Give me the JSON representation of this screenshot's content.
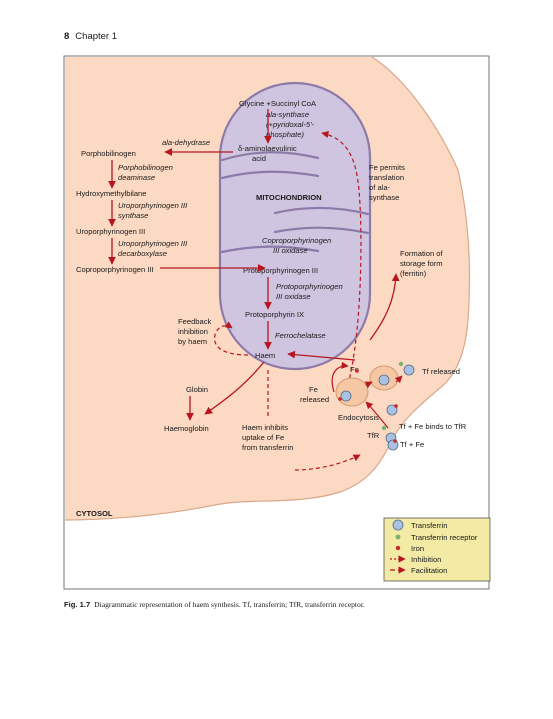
{
  "header": {
    "page_number": "8",
    "chapter": "Chapter 1"
  },
  "colors": {
    "cell": "#fbd9c2",
    "mitochondrion": "#cfc5e0",
    "legend_bg": "#f3eaa6",
    "arrow": "#b8161f",
    "transferrin": "#a9c2e2"
  },
  "mito": {
    "glycine": "Glycine +Succinyl CoA",
    "ala_synthase": [
      "ala-synthase",
      "(+pyridoxal-5'-",
      "phosphate)"
    ],
    "ala_acid": [
      "δ-aminolaevulinic",
      "acid"
    ],
    "label": "MITOCHONDRION",
    "copro_oxidase": [
      "Coproporphyrinogen",
      "III oxidase"
    ],
    "protogen": "Protoporphyrinogen III",
    "proto_oxidase": [
      "Protoporphyrinogen",
      "III oxidase"
    ],
    "protoporphyrin": "Protoporphyrin IX",
    "ferrochelatase": "Ferrochelatase",
    "haem": "Haem"
  },
  "cytosol": {
    "ala_dehydrase": "ala-dehydrase",
    "porphobilinogen": "Porphobilinogen",
    "pbg_deaminase": [
      "Porphobilinogen",
      "deaminase"
    ],
    "hydroxymethylbilane": "Hydroxymethylbilane",
    "uro_synthase": [
      "Uroporphyrinogen III",
      "synthase"
    ],
    "uroporphyrinogen": "Uroporphyrinogen III",
    "uro_decarboxylase": [
      "Uroporphyrinogen III",
      "decarboxylase"
    ],
    "coproporphyrinogen": "Coproporphyrinogen III",
    "feedback": [
      "Feedback",
      "inhibition",
      "by haem"
    ],
    "globin": "Globin",
    "haemoglobin": "Haemoglobin",
    "haem_inhibits": [
      "Haem inhibits",
      "uptake of Fe",
      "from transferrin"
    ],
    "fe_permits": [
      "Fe permits",
      "translation",
      "of ala-",
      "synthase"
    ],
    "storage": [
      "Formation of",
      "storage form",
      "(ferritin)"
    ],
    "fe": "Fe",
    "fe_released": [
      "Fe",
      "released"
    ],
    "endocytosis": "Endocytosis",
    "tfr": "TfR",
    "tf_released": "Tf released",
    "tf_fe_binds": "Tf + Fe binds to TfR",
    "tf_fe": "Tf + Fe",
    "label": "CYTOSOL"
  },
  "legend": {
    "items": [
      {
        "label": "Transferrin",
        "icon": "transferrin-icon"
      },
      {
        "label": "Transferrin receptor",
        "icon": "receptor-icon"
      },
      {
        "label": "Iron",
        "icon": "iron-icon"
      },
      {
        "label": "Inhibition",
        "icon": "inhibition-arrow-icon"
      },
      {
        "label": "Facilitation",
        "icon": "facilitation-arrow-icon"
      }
    ]
  },
  "caption": {
    "label": "Fig. 1.7",
    "text": "Diagrammatic representation of haem synthesis. Tf, transferrin; TfR, transferrin receptor."
  }
}
